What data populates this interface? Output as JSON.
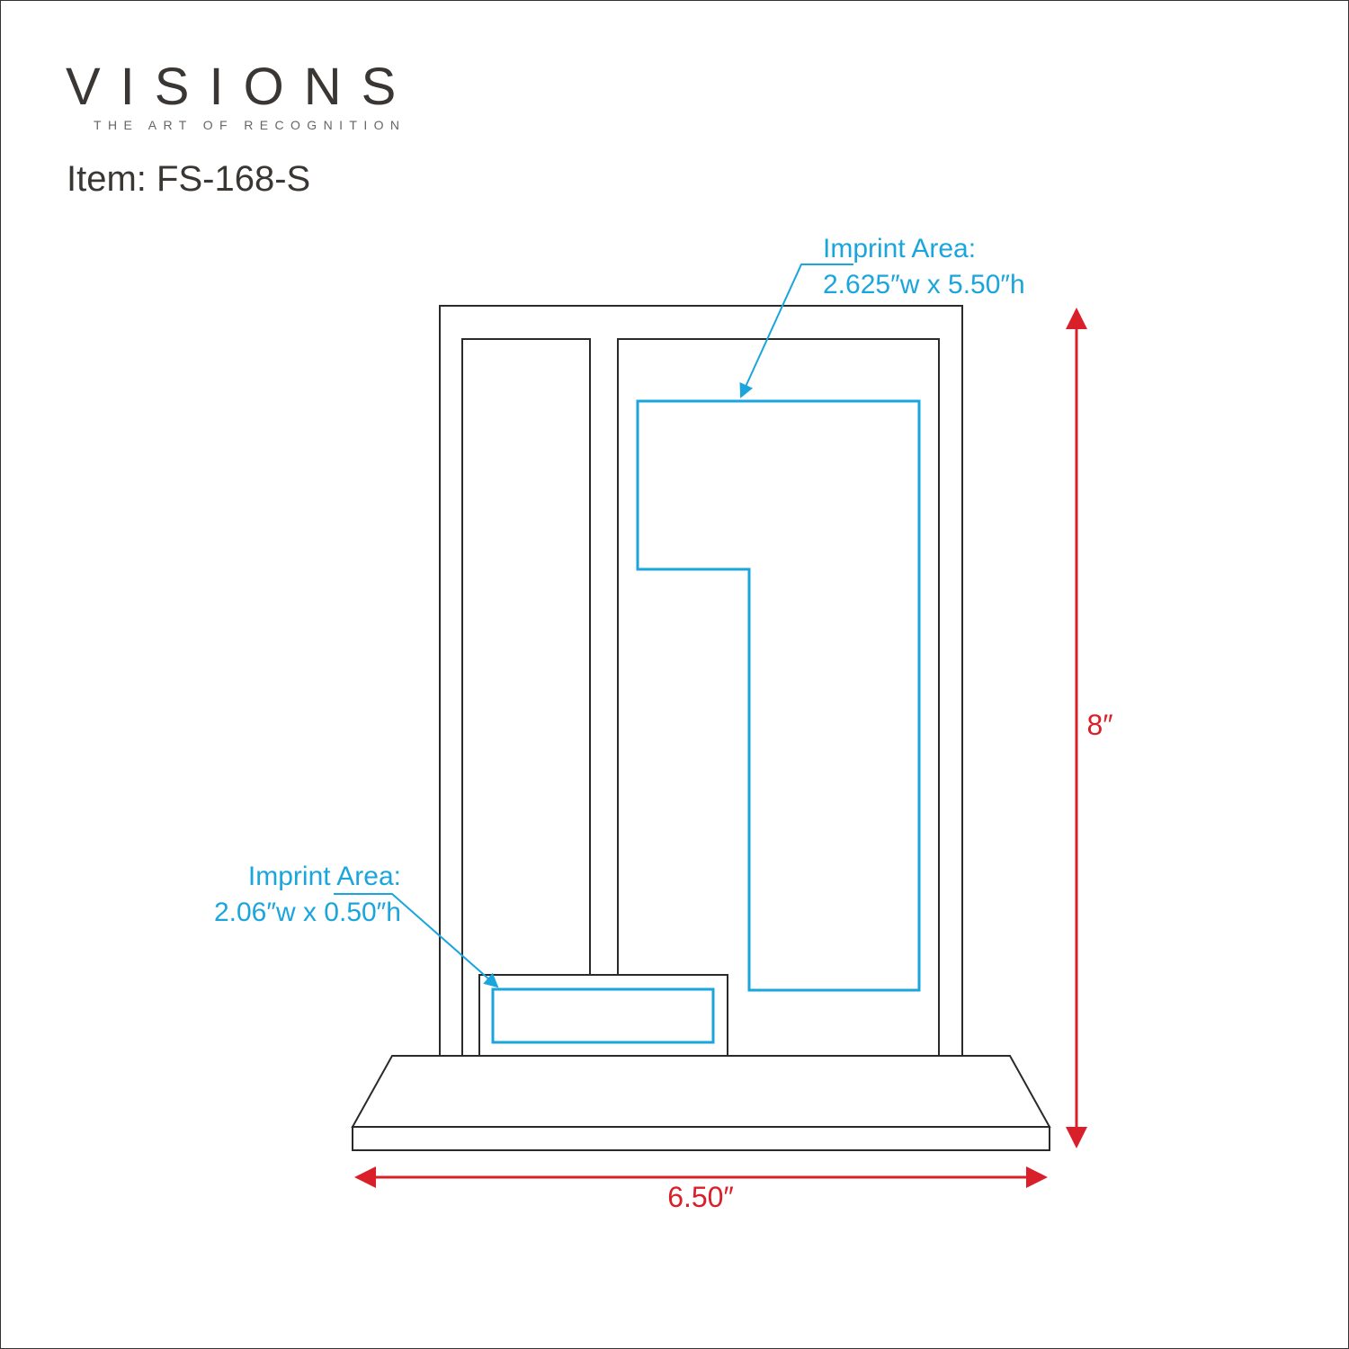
{
  "brand": {
    "name": "VISIONS",
    "tagline": "THE ART OF RECOGNITION"
  },
  "item": {
    "label": "Item: FS-168-S"
  },
  "imprint_areas": [
    {
      "label": "Imprint Area:",
      "size": "2.625″w x 5.50″h"
    },
    {
      "label": "Imprint Area:",
      "size": "2.06″w x 0.50″h"
    }
  ],
  "dimensions": {
    "width": "6.50″",
    "height": "8″"
  },
  "colors": {
    "outline": "#2a2a2a",
    "imprint": "#1aa5dc",
    "dimension": "#d9202a"
  }
}
